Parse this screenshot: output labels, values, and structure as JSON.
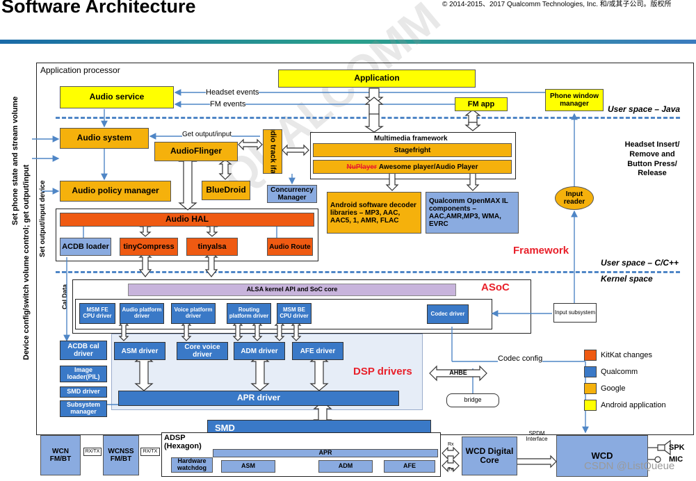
{
  "header": {
    "title": "Software Architecture",
    "copyright": "© 2014-2015、2017 Qualcomm Technologies, Inc. 和/或其子公司。版权所"
  },
  "regions": {
    "application_processor": "Application processor",
    "user_space_java": "User space – Java",
    "user_space_c": "User space – C/C++",
    "kernel_space": "Kernel space",
    "framework": "Framework",
    "asoc": "ASoC",
    "dsp_drivers": "DSP drivers"
  },
  "side_labels": {
    "set_phone_state": "Set phone state and stream volume",
    "device_config": "Device config/switch volume control; get output/input",
    "set_output": "Set output/input device",
    "cal_data": "Cal Data"
  },
  "blocks": {
    "application": "Application",
    "audio_service": "Audio service",
    "phone_window_manager": "Phone window manager",
    "fm_app": "FM app",
    "audio_system": "Audio system",
    "audioflinger": "AudioFlinger",
    "audio_track_iface": "Audio track iface",
    "multimedia_framework": "Multimedia framework",
    "stagefright": "Stagefright",
    "nuplayer": "NuPlayer",
    "awesome_player": "Awesome player/Audio Player",
    "bluedroid": "BlueDroid",
    "concurrency_manager": "Concurrency Manager",
    "audio_policy_manager": "Audio policy manager",
    "android_decoder": "Android software decoder libraries – MP3, AAC, AAC5, 1, AMR, FLAC",
    "qualcomm_openmax": "Qualcomm OpenMAX IL components – AAC,AMR,MP3, WMA, EVRC",
    "input_reader": "Input reader",
    "audio_hal": "Audio HAL",
    "acdb_loader": "ACDB loader",
    "tinycompress": "tinyCompress",
    "tinyalsa": "tinyalsa",
    "audio_route": "Audio Route",
    "headset_side": "Headset Insert/ Remove and Button Press/ Release",
    "alsa_kernel": "ALSA kernel API and SoC core",
    "msm_fe": "MSM FE CPU driver",
    "audio_platform": "Audio platform driver",
    "voice_platform": "Voice platform driver",
    "routing_platform": "Routing platform driver",
    "msm_be": "MSM BE CPU driver",
    "codec_driver": "Codec driver",
    "input_subsystem": "Input subsystem",
    "acdb_cal": "ACDB cal driver",
    "asm_driver": "ASM driver",
    "core_voice": "Core voice driver",
    "adm_driver": "ADM driver",
    "afe_driver": "AFE driver",
    "image_loader": "Image loader(PIL)",
    "smd_driver": "SMD driver",
    "subsystem_manager": "Subsystem manager",
    "apr_driver": "APR driver",
    "ahbe": "AHBE",
    "bridge": "bridge",
    "smd": "SMD",
    "adsp": "ADSP (Hexagon)",
    "apr": "APR",
    "hw_watchdog": "Hardware watchdog",
    "asm": "ASM",
    "adm": "ADM",
    "afe": "AFE",
    "wcn": "WCN FM/BT",
    "wcnss": "WCNSS FM/BT",
    "rxtx1": "RX/TX",
    "rxtx2": "RX/TX",
    "wcd_digital": "WCD Digital Core",
    "wcd": "WCD",
    "spk": "SPK",
    "mic": "MIC",
    "rx": "Rx",
    "tx": "Tx"
  },
  "connector_labels": {
    "headset_events": "Headset events",
    "fm_events": "FM events",
    "get_output_input": "Get output/input",
    "codec_config": "Codec config",
    "spdm_interface": "SPDM Interface"
  },
  "watermark": "QUALCOMM",
  "csdn_mark": "CSDN @ListQueue",
  "legend": [
    {
      "label": "KitKat changes",
      "color": "#ef5a12"
    },
    {
      "label": "Qualcomm",
      "color": "#3a79c7"
    },
    {
      "label": "Google",
      "color": "#f5b10c"
    },
    {
      "label": "Android application",
      "color": "#ffff00"
    }
  ]
}
